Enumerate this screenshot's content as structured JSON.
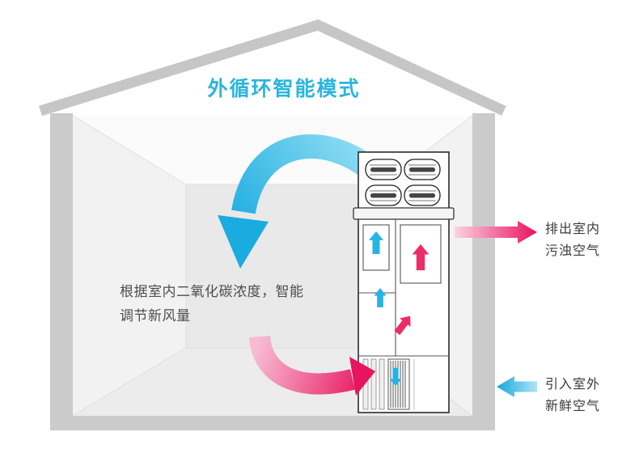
{
  "title": "外循环智能模式",
  "description": {
    "line1": "根据室内二氧化碳浓度，智能",
    "line2": "调节新风量"
  },
  "labels": {
    "exhaust": {
      "line1": "排出室内",
      "line2": "污浊空气"
    },
    "intake": {
      "line1": "引入室外",
      "line2": "新鲜空气"
    }
  },
  "icons": {
    "indoor_supply_arrow": "curved-arrow-down-cyan",
    "indoor_return_arrow": "curved-arrow-right-pink",
    "exhaust_arrow": "block-arrow-right-pink",
    "intake_arrow": "block-arrow-left-cyan"
  },
  "colors": {
    "accent_cyan": "#1fb0e0",
    "accent_pink": "#ec1e63",
    "wall_gray": "#cbcbcb",
    "title_color": "#2bb5dc"
  }
}
